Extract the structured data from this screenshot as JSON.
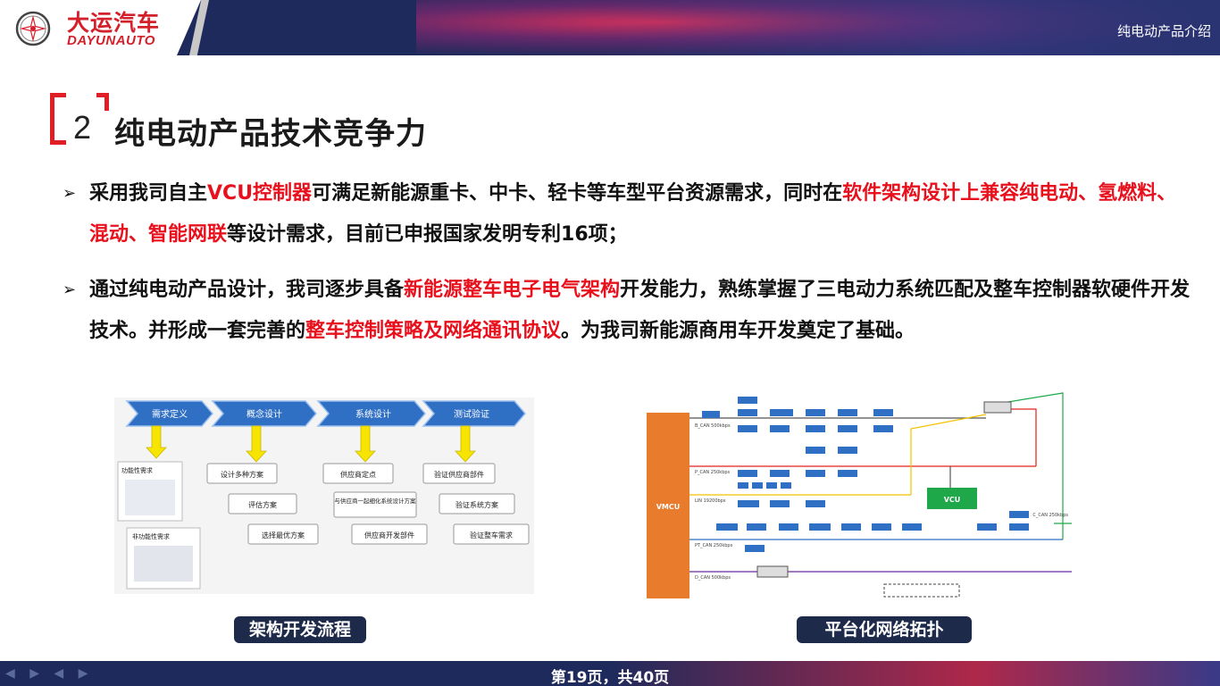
{
  "header": {
    "logo_cn": "大运汽车",
    "logo_en": "DAYUNAUTO",
    "right_title": "纯电动产品介绍"
  },
  "section": {
    "number": "2",
    "title": "纯电动产品技术竞争力"
  },
  "bullets": [
    {
      "segments": [
        {
          "text": "采用我司自主",
          "red": false
        },
        {
          "text": "VCU控制器",
          "red": true
        },
        {
          "text": "可满足新能源重卡、中卡、轻卡等车型平台资源需求，同时在",
          "red": false
        },
        {
          "text": "软件架构设计上兼容纯电动、氢燃料、混动、智能网联",
          "red": true
        },
        {
          "text": "等设计需求，目前已申报国家发明专利16项；",
          "red": false
        }
      ]
    },
    {
      "segments": [
        {
          "text": "通过纯电动产品设计，我司逐步具备",
          "red": false
        },
        {
          "text": "新能源整车电子电气架构",
          "red": true
        },
        {
          "text": "开发能力，熟练掌握了三电动力系统匹配及整车控制器软硬件开发技术。并形成一套完善的",
          "red": false
        },
        {
          "text": "整车控制策略及网络通讯协议",
          "red": true
        },
        {
          "text": "。为我司新能源商用车开发奠定了基础。",
          "red": false
        }
      ]
    }
  ],
  "left_diagram": {
    "stages": [
      "需求定义",
      "概念设计",
      "系统设计",
      "测试验证"
    ],
    "col1": [
      "功能性需求",
      "非功能性需求"
    ],
    "col2": [
      "设计多种方案",
      "评估方案",
      "选择最优方案"
    ],
    "col3": [
      "供应商定点",
      "与供应商一起细化系统设计方案",
      "供应商开发部件"
    ],
    "col4": [
      "验证供应商部件",
      "验证系统方案",
      "验证整车需求"
    ]
  },
  "right_diagram": {
    "vcu_main": "VMCU",
    "vcu_box": "VCU",
    "bus_labels": [
      "B_CAN 500kbps",
      "P_CAN 250kbps",
      "LIN 19200bps",
      "PT_CAN 250kbps",
      "D_CAN 500kbps"
    ],
    "right_bus_label": "C_CAN 250kbps"
  },
  "captions": {
    "left": "架构开发流程",
    "right": "平台化网络拓扑"
  },
  "footer": {
    "page_text": "第19页，共40页"
  },
  "colors": {
    "header_bg": "#1f2a5c",
    "brand_red": "#d4202a",
    "highlight_red": "#e8101c",
    "stage_blue": "#2f6fc4",
    "arrow_yellow": "#f7e400",
    "vcu_orange": "#e87b2c",
    "vcu_green": "#1ea84a"
  }
}
